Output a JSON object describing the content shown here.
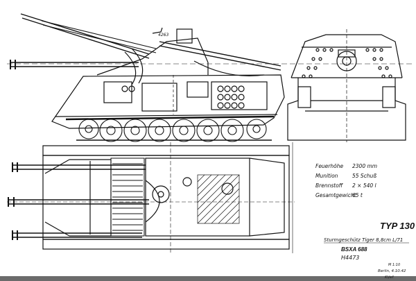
{
  "drawing": {
    "type_label": "TYP 130",
    "title_line1": "Sturmgeschütz Tiger 8,8cm L/71",
    "title_line2": "BSXA 688",
    "sheet_number": "H4473",
    "specs": [
      {
        "label": "Feuerhöhe",
        "value": "2300 mm"
      },
      {
        "label": "Munition",
        "value": "55 Schuß"
      },
      {
        "label": "Brennstoff",
        "value": "2 × 540 l"
      },
      {
        "label": "Gesamtgewicht",
        "value": "65 t"
      }
    ],
    "footer_ref": "M 1:10",
    "footer_date": "Berlin, 4.10.42",
    "footer_sig": "Ki/ef",
    "side_view_note": "4263"
  }
}
